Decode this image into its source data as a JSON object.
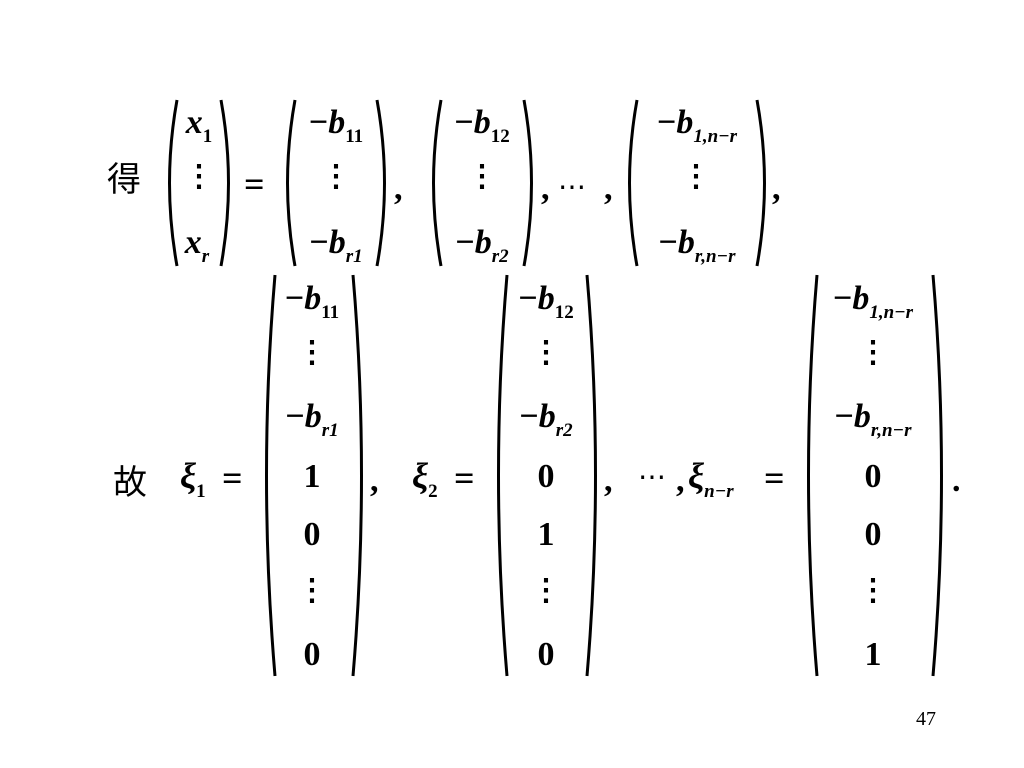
{
  "slide": {
    "page_number": "47",
    "line1": {
      "lead_char": "得",
      "lhs": {
        "top_var": "x",
        "top_sub": "1",
        "bottom_var": "x",
        "bottom_sub": "r"
      },
      "equals": "=",
      "vectors": [
        {
          "top_minus": "−",
          "top_var": "b",
          "top_sub": "11",
          "bottom_minus": "−",
          "bottom_var": "b",
          "bottom_sub": "r1"
        },
        {
          "top_minus": "−",
          "top_var": "b",
          "top_sub": "12",
          "bottom_minus": "−",
          "bottom_var": "b",
          "bottom_sub": "r2"
        },
        {
          "top_minus": "−",
          "top_var": "b",
          "top_sub": "1,n−r",
          "bottom_minus": "−",
          "bottom_var": "b",
          "bottom_sub": "r,n−r"
        }
      ],
      "comma": ",",
      "ellipsis": "⋯",
      "vdots": "⋮"
    },
    "line2": {
      "lead_char": "故",
      "xi_symbol": "ξ",
      "xi_subs": [
        "1",
        "2",
        "n−r"
      ],
      "equals": "=",
      "comma": ",",
      "ellipsis": "⋯",
      "period": ".",
      "vdots": "⋮",
      "columns": [
        {
          "e1_minus": "−",
          "e1_var": "b",
          "e1_sub": "11",
          "e3_minus": "−",
          "e3_var": "b",
          "e3_sub": "r1",
          "e4": "1",
          "e5": "0",
          "e7": "0"
        },
        {
          "e1_minus": "−",
          "e1_var": "b",
          "e1_sub": "12",
          "e3_minus": "−",
          "e3_var": "b",
          "e3_sub": "r2",
          "e4": "0",
          "e5": "1",
          "e7": "0"
        },
        {
          "e1_minus": "−",
          "e1_var": "b",
          "e1_sub": "1,n−r",
          "e3_minus": "−",
          "e3_var": "b",
          "e3_sub": "r,n−r",
          "e4": "0",
          "e5": "0",
          "e7": "1"
        }
      ]
    }
  }
}
